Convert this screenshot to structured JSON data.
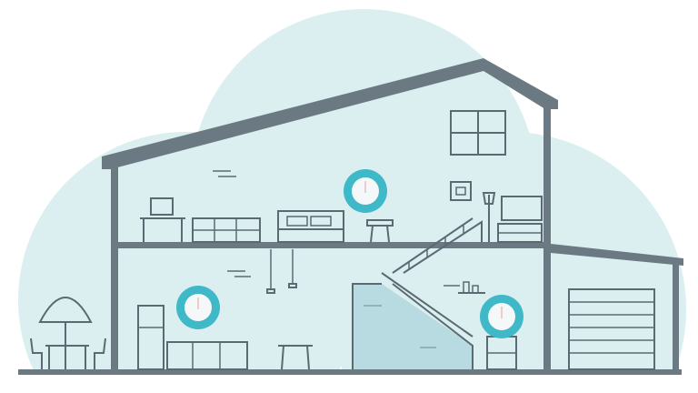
{
  "colors": {
    "coverage": "#cfe9ec",
    "coverage_overlap": "#b7dfe4",
    "device_ring": "#3fb8c8",
    "device_face": "#f4f8f8",
    "structure": "#5b6a72"
  },
  "devices": [
    {
      "name": "upstairs-mesh-unit",
      "icon": "wifi-mesh-node"
    },
    {
      "name": "downstairs-left-mesh-unit",
      "icon": "wifi-mesh-node"
    },
    {
      "name": "downstairs-right-mesh-unit",
      "icon": "wifi-mesh-node"
    }
  ]
}
